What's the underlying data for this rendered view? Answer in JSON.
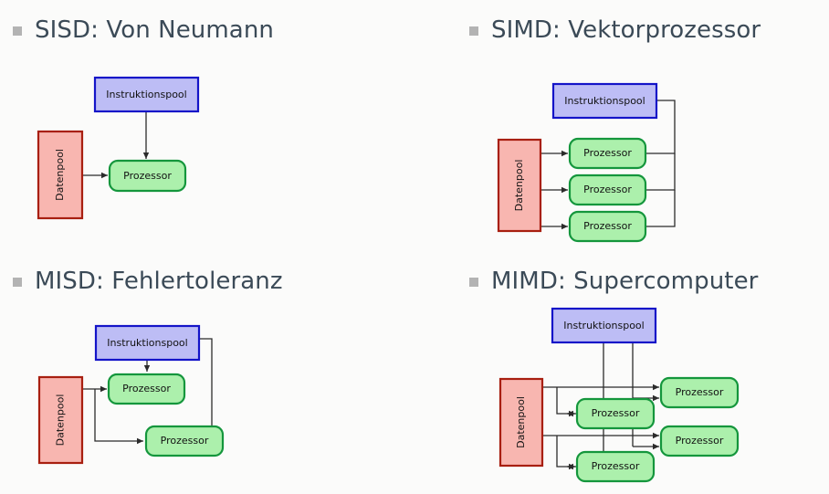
{
  "slide": {
    "background_color": "#fbfbfa",
    "bullet_color": "#b3b3b3",
    "heading_color": "#3b4a57"
  },
  "palette": {
    "instruction_fill": "#bdbdf5",
    "instruction_border": "#1414c8",
    "data_fill": "#f8b6b0",
    "data_border": "#a81f10",
    "processor_fill": "#acf0ac",
    "processor_border": "#14963c",
    "wire": "#2b2b2b"
  },
  "labels": {
    "instruction_pool": "Instruktionspool",
    "data_pool": "Datenpool",
    "processor": "Prozessor"
  },
  "quadrants": [
    {
      "id": "sisd",
      "heading": "SISD: Von Neumann",
      "instruction_pools": 1,
      "data_pools": 1,
      "processors": 1
    },
    {
      "id": "simd",
      "heading": "SIMD: Vektorprozessor",
      "instruction_pools": 1,
      "data_pools": 1,
      "processors": 3
    },
    {
      "id": "misd",
      "heading": "MISD: Fehlertoleranz",
      "instruction_pools": 1,
      "data_pools": 1,
      "processors": 2
    },
    {
      "id": "mimd",
      "heading": "MIMD: Supercomputer",
      "instruction_pools": 1,
      "data_pools": 1,
      "processors": 4
    }
  ]
}
